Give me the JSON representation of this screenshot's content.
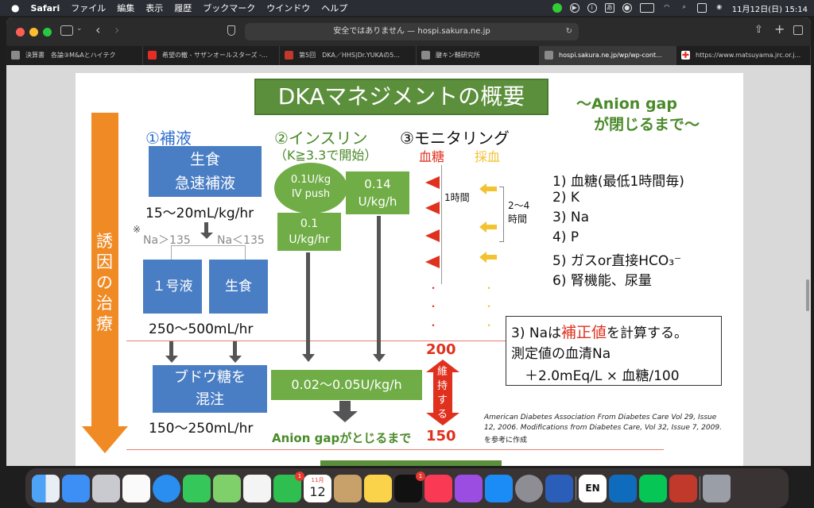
{
  "menubar": {
    "app": "Safari",
    "items": [
      "ファイル",
      "編集",
      "表示",
      "履歴",
      "ブックマーク",
      "ウインドウ",
      "ヘルプ"
    ],
    "clock": "11月12日(日)  15:14"
  },
  "browser": {
    "address": "安全ではありません — hospi.sakura.ne.jp",
    "tabs": [
      {
        "label": "決算書　各論③M&Aとハイテク",
        "color": "#8a8a8a"
      },
      {
        "label": "希望の轍 - サザンオールスターズ -...",
        "color": "#e52d27"
      },
      {
        "label": "第5回　DKA／HHS|Dr.YUKAの5...",
        "color": "#c0392b"
      },
      {
        "label": "腱キン鞘研究所",
        "color": "#8a8a8a"
      },
      {
        "label": "hospi.sakura.ne.jp/wp/wp-cont...",
        "color": "#8a8a8a"
      },
      {
        "label": "https://www.matsuyama.jrc.or.j...",
        "color": "#e52d27"
      }
    ]
  },
  "slide": {
    "title": "DKAマネジメントの概要",
    "anion_note_1": "〜Anion gap",
    "anion_note_2": "が閉じるまで〜",
    "left_arrow": [
      "誘",
      "因",
      "の",
      "治",
      "療"
    ],
    "fluids": {
      "header": "①補液",
      "box1_line1": "生食",
      "box1_line2": "急速補液",
      "rate1": "15〜20mL/kg/hr",
      "note_mark": "※",
      "na_high": "Na＞135",
      "na_low": "Na＜135",
      "box2": "１号液",
      "box3": "生食",
      "rate2": "250〜500mL/hr",
      "box4_line1": "ブドウ糖を",
      "box4_line2": "混注",
      "rate3": "150〜250mL/hr"
    },
    "insulin": {
      "header": "②インスリン",
      "sub": "（K≧3.3で開始）",
      "oval_line1": "0.1U/kg",
      "oval_line2": "IV push",
      "box_a_line1": "0.1",
      "box_a_line2": "U/kg/hr",
      "box_b_line1": "0.14",
      "box_b_line2": "U/kg/h",
      "maint": "0.02〜0.05U/kg/h",
      "until": "Anion gapがとじるまで"
    },
    "monitor": {
      "header": "③モニタリング",
      "glucose": "血糖",
      "blood": "採血",
      "interval1": "1時間",
      "interval2_line1": "2〜4",
      "interval2_line2": "時間",
      "dots": "・",
      "items": [
        "1)  血糖(最低1時間毎)",
        "2)  K",
        "3)  Na",
        "4)  P",
        "5)  ガスor直接HCO₃⁻",
        "6)  腎機能、尿量"
      ],
      "upper": "200",
      "lower": "150",
      "keep": [
        "維",
        "持",
        "す",
        "る"
      ]
    },
    "na_box": {
      "line1_a": "3) Naは",
      "line1_b": "補正値",
      "line1_c": "を計算する。",
      "line2": "測定値の血清Na",
      "line3": "　＋2.0mEq/L × 血糖/100"
    },
    "citation": {
      "line1": "American Diabetes Association From Diabetes Care Vol 29, Issue",
      "line2": "12, 2006. Modifications from Diabetes Care, Vol 32, Issue 7, 2009.",
      "line3": "を参考に作成"
    }
  },
  "dock": {
    "calendar_month": "11月",
    "calendar_day": "12",
    "badge_facetime": "1",
    "badge_tv": "1",
    "en_label": "EN"
  },
  "colors": {
    "slide_green": "#70ad47",
    "slide_blue": "#4a7ec4",
    "red": "#e0301e",
    "orange": "#f08a24",
    "yellow": "#f2c230"
  }
}
